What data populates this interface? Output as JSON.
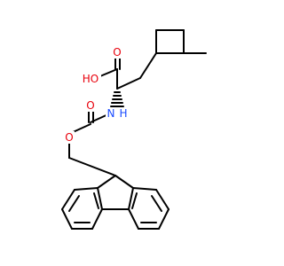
{
  "molecule": {
    "atoms": {
      "carbonyl_o": {
        "label": "O",
        "color": "#e8000b"
      },
      "hydroxyl": {
        "label": "HO",
        "color": "#e8000b"
      },
      "amide_n": {
        "label": "N",
        "color": "#1a4bff"
      },
      "amide_h": {
        "label": "H",
        "color": "#1a4bff"
      },
      "carbamate_o": {
        "label": "O",
        "color": "#e8000b"
      },
      "ester_o": {
        "label": "O",
        "color": "#e8000b"
      }
    }
  }
}
